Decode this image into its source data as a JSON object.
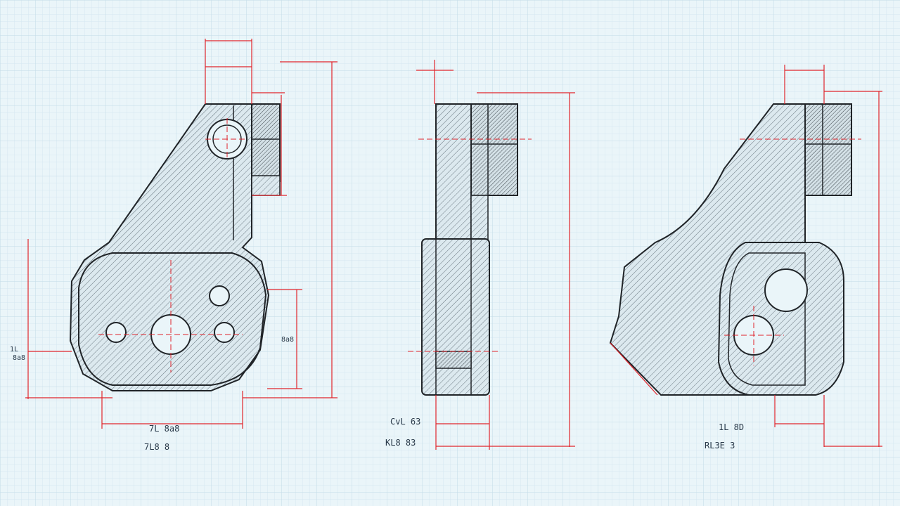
{
  "colors": {
    "paper": "#eaf5f9",
    "grid_minor": "#d5e8f1",
    "grid_major": "#c2dbe7",
    "part_fill": "#dce9ef",
    "hatch": "#5c6a73",
    "outline": "#202428",
    "dimension": "#e0242b",
    "label_text": "#2a3a4a",
    "label_blue": "#2f6fd6"
  },
  "labels": {
    "front_note_1": "7L 8a8",
    "front_note_2": "7L8 8",
    "side_note_1": "CvL 63",
    "side_note_2": "KL8 83",
    "right_note_1": "1L 8D",
    "right_note_2": "RL3E 3",
    "edge_note_1": "1L",
    "edge_note_2": "8a8",
    "edge_note_3": "8a8"
  },
  "views": [
    {
      "name": "front-view"
    },
    {
      "name": "side-view"
    },
    {
      "name": "isometric-view"
    }
  ]
}
